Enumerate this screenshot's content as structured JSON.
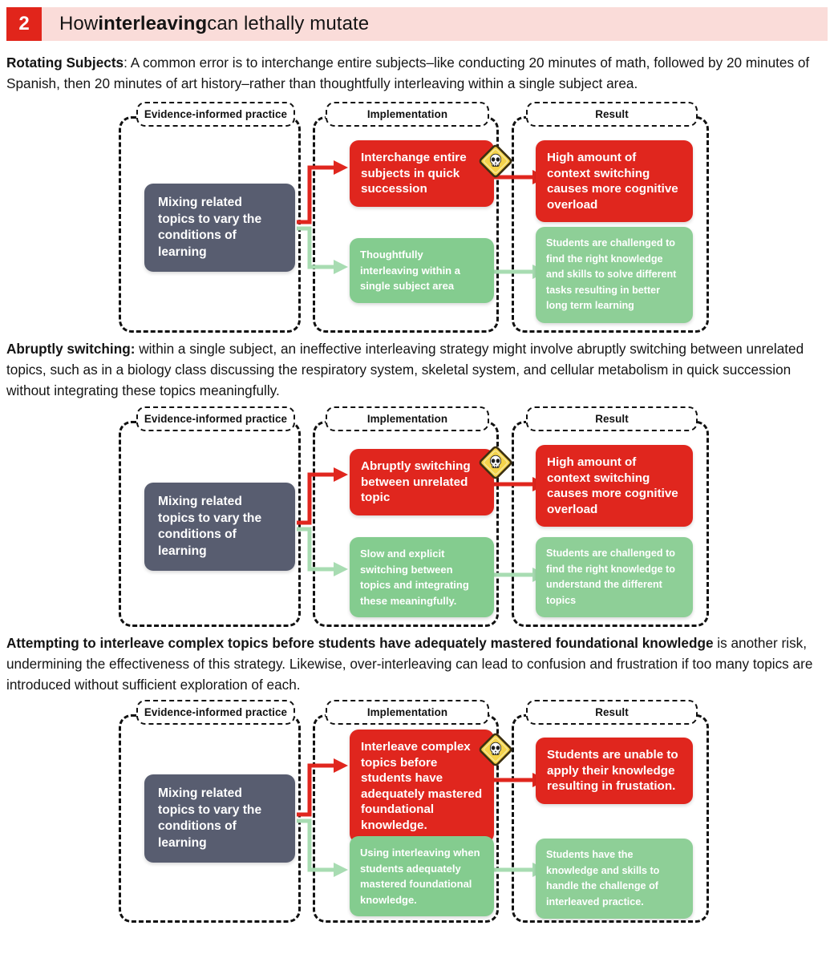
{
  "header": {
    "number": "2",
    "title_prefix": "How ",
    "title_bold": "interleaving",
    "title_suffix": " can lethally mutate",
    "badge_color": "#e1251b",
    "banner_color": "#fadcd9"
  },
  "colors": {
    "bad": "#e0261e",
    "good": "#84cc8f",
    "source": "#585d70",
    "warning_diamond": "#f5d34b",
    "warning_border": "#3a2f14"
  },
  "paragraphs": [
    {
      "lead": "Rotating Subjects",
      "rest": ": A common error is to interchange entire subjects–like conducting 20 minutes of math, followed by 20 minutes of Spanish, then 20 minutes of art history–rather than thoughtfully interleaving within a single subject area."
    },
    {
      "lead": "Abruptly switching:",
      "rest": " within a single subject, an ineffective interleaving strategy might involve abruptly switching between unrelated topics, such as in a biology class discussing the respiratory system, skeletal system, and cellular metabolism in quick succession without integrating these topics meaningfully."
    },
    {
      "lead": "Attempting to interleave complex topics before students have adequately mastered foundational knowledge",
      "rest": " is another risk, undermining the effectiveness of this strategy. Likewise, over-interleaving can lead to confusion and frustration if too many topics are introduced without sufficient exploration of each."
    }
  ],
  "column_headers": {
    "practice": "Evidence-informed practice",
    "implementation": "Implementation",
    "result": "Result"
  },
  "diagrams": [
    {
      "source": "Mixing related topics to vary the conditions of learning",
      "bad_implementation": "Interchange entire subjects in quick succession",
      "bad_result": "High amount of context switching causes more cognitive overload",
      "good_implementation": "Thoughtfully interleaving within a single subject area",
      "good_result": "Students are challenged to find the right knowledge and skills to solve different tasks resulting in better long term learning",
      "warning_icon": "skull-warning-icon"
    },
    {
      "source": "Mixing related topics to vary the conditions of learning",
      "bad_implementation": "Abruptly switching between unrelated topic",
      "bad_result": "High amount of context switching causes more cognitive overload",
      "good_implementation": "Slow and explicit switching between topics and integrating these meaningfully.",
      "good_result": "Students are challenged to find the right knowledge to understand the different topics",
      "warning_icon": "skull-warning-icon"
    },
    {
      "source": "Mixing related topics to vary the conditions of learning",
      "bad_implementation": "Interleave complex topics before students have adequately mastered foundational knowledge.",
      "bad_result": "Students are unable to apply their knowledge resulting in frustation.",
      "good_implementation": "Using interleaving when students adequately mastered foundational knowledge.",
      "good_result": "Students have the knowledge and skills to handle the challenge of interleaved practice.",
      "warning_icon": "skull-warning-icon"
    }
  ]
}
